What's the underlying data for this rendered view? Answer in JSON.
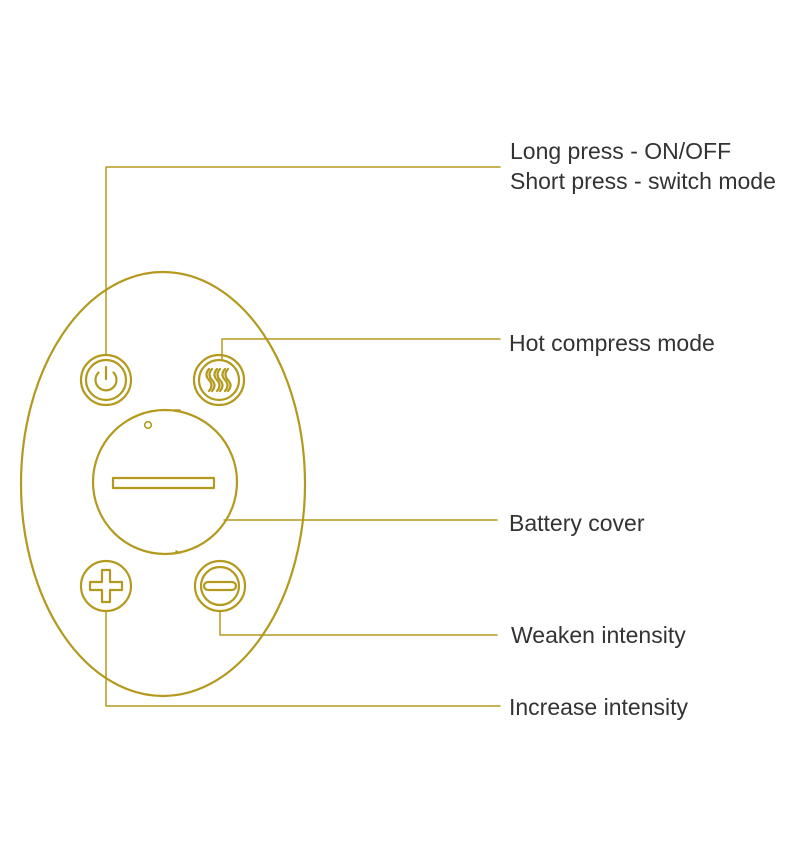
{
  "colors": {
    "outline": "#B39A1E",
    "text": "#333333",
    "background": "#FFFFFF"
  },
  "controls": {
    "power_button": {
      "icon": "power-icon",
      "label_line1": "Long press - ON/OFF",
      "label_line2": "Short press - switch mode"
    },
    "heat_button": {
      "icon": "heat-waves-icon",
      "label": "Hot compress mode"
    },
    "battery_cover": {
      "label": "Battery cover"
    },
    "minus_button": {
      "icon": "minus-icon",
      "label": "Weaken intensity"
    },
    "plus_button": {
      "icon": "plus-icon",
      "label": "Increase intensity"
    }
  }
}
